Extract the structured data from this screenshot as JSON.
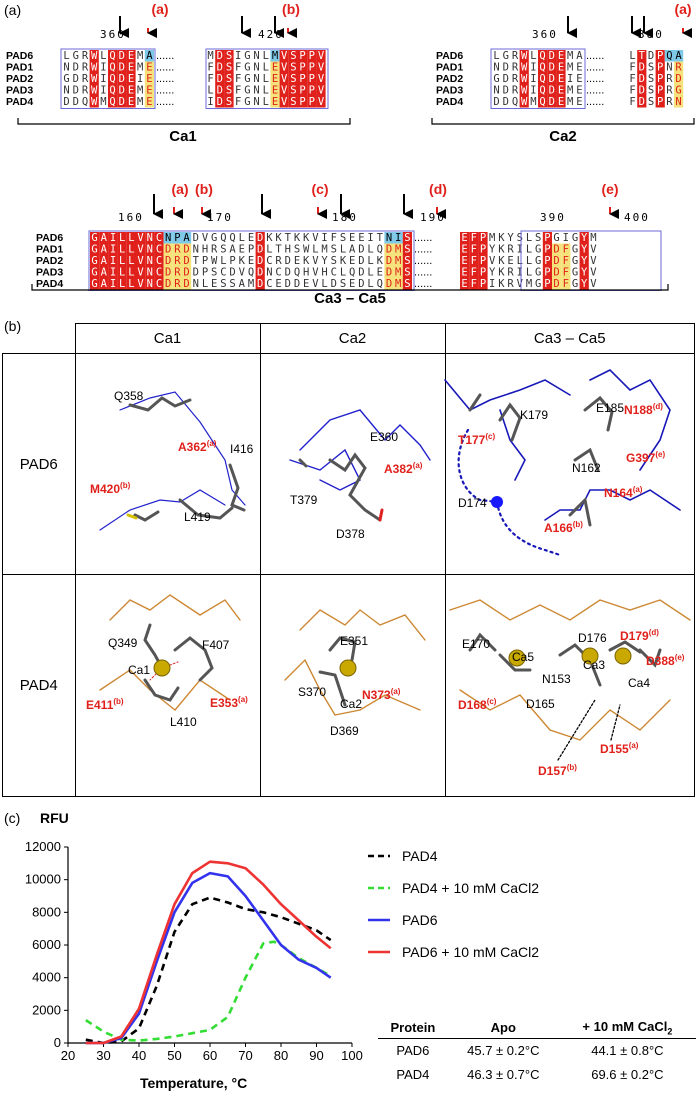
{
  "panel_a": {
    "label": "(a)",
    "ca1": {
      "title": "Ca1",
      "ticks": [
        "360",
        "420"
      ],
      "markers": [
        "(a)",
        "(b)"
      ],
      "rows": [
        {
          "name": "PAD6",
          "left": "LGRWLQDEMA",
          "right": "MDSIGNLMVSPPV"
        },
        {
          "name": "PAD1",
          "left": "NDRWIQDEME",
          "right": "FDSFGNLEVSPPV"
        },
        {
          "name": "PAD2",
          "left": "GDRWIQDEIE",
          "right": "FDSFGNLEVSPPV"
        },
        {
          "name": "PAD3",
          "left": "NDRWIQDEME",
          "right": "LDSFGNLEVSPPV"
        },
        {
          "name": "PAD4",
          "left": "DDQWMQDEME",
          "right": "IDSFGNLEVSPPV"
        }
      ]
    },
    "ca2": {
      "title": "Ca2",
      "ticks": [
        "360",
        "380"
      ],
      "markers": [
        "(a)"
      ],
      "rows": [
        {
          "name": "PAD6",
          "left": "LGRWLQDEMA",
          "right": "LTDPQA"
        },
        {
          "name": "PAD1",
          "left": "NDRWIQDEME",
          "right": "FDSPNR"
        },
        {
          "name": "PAD2",
          "left": "GDRWIQDEIE",
          "right": "FDSPRD"
        },
        {
          "name": "PAD3",
          "left": "NDRWIQDEME",
          "right": "FDSPRG"
        },
        {
          "name": "PAD4",
          "left": "DDQWMQDEME",
          "right": "FDSPRN"
        }
      ]
    },
    "ca35": {
      "title": "Ca3 – Ca5",
      "ticks": [
        "160",
        "170",
        "180",
        "190",
        "390",
        "400"
      ],
      "markers": [
        "(a)",
        "(b)",
        "(c)",
        "(d)",
        "(e)"
      ],
      "rows": [
        {
          "name": "PAD6",
          "left": "GAILLVNCNPADVGQQLEDKKTKKVIFSEEITNIS",
          "right": "EFPMKYSLSPGIGYM"
        },
        {
          "name": "PAD1",
          "left": "GAILLVNCDRDNHRSAEPDLTHSWLMSLADLQDMS",
          "right": "EFPYKRILGPDFGYV"
        },
        {
          "name": "PAD2",
          "left": "GAILLVNCDRDTPWLPKEDCRDEKVYSKEDLKDMS",
          "right": "EFPVKELLGPDFGYV"
        },
        {
          "name": "PAD3",
          "left": "GAILLVNCDRDDPSCDVQDNCDQHVHCLQDLEDMS",
          "right": "EFPYKRILGPDFGYV"
        },
        {
          "name": "PAD4",
          "left": "GAILLVNCDRDNLESSAMDCEDDEVLDSEDLQDMS",
          "right": "EFPIKRVMGPDFGYV"
        }
      ]
    }
  },
  "panel_b": {
    "label": "(b)",
    "col_headers": [
      "Ca1",
      "Ca2",
      "Ca3 – Ca5"
    ],
    "row_labels": [
      "PAD6",
      "PAD4"
    ],
    "pad6_ca1": {
      "black": [
        "Q358",
        "I416",
        "L419"
      ],
      "red": [
        "A362",
        "M420"
      ],
      "sup": [
        "(a)",
        "(b)"
      ]
    },
    "pad6_ca2": {
      "black": [
        "E360",
        "T379",
        "D378"
      ],
      "red": [
        "A382"
      ],
      "sup": [
        "(a)"
      ]
    },
    "pad6_ca35": {
      "black": [
        "K179",
        "E185",
        "N162",
        "D174"
      ],
      "red": [
        "T177",
        "N188",
        "G397",
        "N164",
        "A166"
      ],
      "sup": [
        "(c)",
        "(d)",
        "(e)",
        "(a)",
        "(b)"
      ]
    },
    "pad4_ca1": {
      "black": [
        "Q349",
        "F407",
        "Ca1",
        "L410"
      ],
      "red": [
        "E411",
        "E353"
      ],
      "sup": [
        "(b)",
        "(a)"
      ]
    },
    "pad4_ca2": {
      "black": [
        "E351",
        "S370",
        "Ca2",
        "D369"
      ],
      "red": [
        "N373"
      ],
      "sup": [
        "(a)"
      ]
    },
    "pad4_ca35": {
      "black": [
        "E170",
        "D176",
        "Ca5",
        "Ca3",
        "N153",
        "Ca4",
        "D165"
      ],
      "red": [
        "D179",
        "D388",
        "D168",
        "D155",
        "D157"
      ],
      "sup": [
        "(d)",
        "(e)",
        "(c)",
        "(a)",
        "(b)"
      ]
    }
  },
  "panel_c": {
    "label": "(c)",
    "ylabel": "RFU",
    "table": {
      "headers": [
        "Protein",
        "Apo",
        "+ 10 mM CaCl2"
      ],
      "rows": [
        [
          "PAD6",
          "45.7 ± 0.2°C",
          "44.1 ± 0.8°C"
        ],
        [
          "PAD4",
          "46.3 ± 0.7°C",
          "69.6 ± 0.2°C"
        ]
      ]
    }
  },
  "chart_data": {
    "type": "line",
    "title": "",
    "xlabel": "Temperature, °C",
    "ylabel": "RFU",
    "xlim": [
      20,
      100
    ],
    "ylim": [
      0,
      12000
    ],
    "xticks": [
      20,
      30,
      40,
      50,
      60,
      70,
      80,
      90,
      100
    ],
    "yticks": [
      0,
      2000,
      4000,
      6000,
      8000,
      10000,
      12000
    ],
    "grid": false,
    "legend_position": "right",
    "series": [
      {
        "name": "PAD4",
        "color": "#000000",
        "dash": "dashed",
        "x": [
          25,
          30,
          35,
          40,
          45,
          50,
          55,
          60,
          65,
          70,
          75,
          80,
          85,
          90,
          94
        ],
        "y": [
          200,
          0,
          100,
          900,
          3500,
          6800,
          8500,
          8900,
          8600,
          8200,
          8000,
          7700,
          7300,
          6900,
          6300
        ]
      },
      {
        "name": "PAD4 + 10 mM CaCl2",
        "color": "#33dd33",
        "dash": "dashed",
        "x": [
          25,
          30,
          35,
          40,
          45,
          50,
          55,
          60,
          65,
          70,
          75,
          78,
          80,
          85,
          90,
          94
        ],
        "y": [
          1400,
          700,
          200,
          150,
          250,
          400,
          600,
          800,
          1600,
          4000,
          6100,
          6200,
          6000,
          5200,
          4600,
          4100
        ]
      },
      {
        "name": "PAD6",
        "color": "#3333ee",
        "dash": "solid",
        "x": [
          25,
          30,
          35,
          40,
          45,
          50,
          55,
          60,
          65,
          70,
          75,
          80,
          85,
          90,
          94
        ],
        "y": [
          0,
          0,
          300,
          1800,
          5000,
          8000,
          9800,
          10400,
          10200,
          9000,
          7500,
          6000,
          5100,
          4600,
          4000
        ]
      },
      {
        "name": "PAD6 + 10 mM CaCl2",
        "color": "#ee3333",
        "dash": "solid",
        "x": [
          25,
          30,
          35,
          40,
          45,
          50,
          55,
          60,
          65,
          70,
          75,
          80,
          85,
          90,
          94
        ],
        "y": [
          0,
          0,
          400,
          2100,
          5400,
          8500,
          10400,
          11100,
          11000,
          10700,
          9700,
          8500,
          7500,
          6500,
          5800
        ]
      }
    ]
  },
  "colors": {
    "red": "#e0201b",
    "yellow": "#f5e27a",
    "cyan": "#7ec8e8",
    "blue": "#1a1ab8",
    "orange": "#d58a2a"
  }
}
